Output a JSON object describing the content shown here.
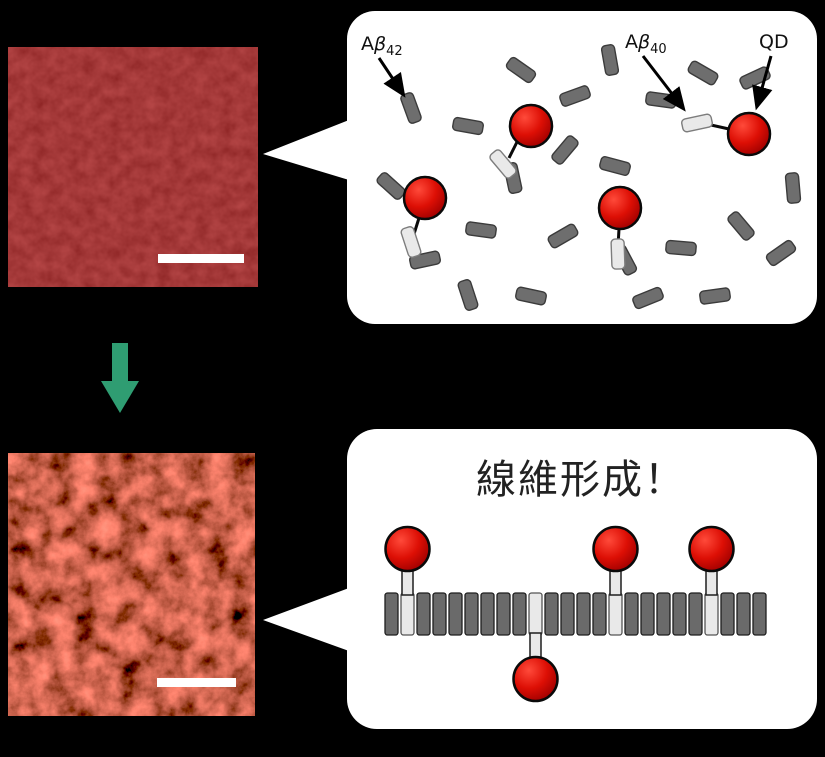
{
  "bubble_top": {
    "abeta42": {
      "base": "A",
      "beta": "β",
      "sub": "42"
    },
    "abeta40": {
      "base": "A",
      "beta": "β",
      "sub": "40"
    },
    "qd": "QD"
  },
  "bubble_bottom": {
    "title": "線維形成！"
  },
  "colors": {
    "qd_red": "#d60000",
    "monomer_dark": "#6e6e6e",
    "monomer_light": "#e9e9e9",
    "arrow_green": "#2f9d72",
    "micrograph_red_dim": "#5a0808",
    "micrograph_red_bright": "#c41b10",
    "scale_bar": "#ffffff",
    "bubble_background": "#ffffff"
  }
}
